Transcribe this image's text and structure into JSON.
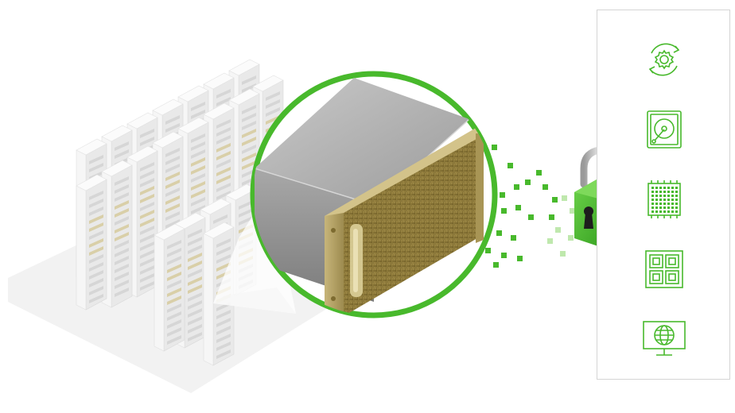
{
  "diagram": {
    "accent_color": "#48b92c",
    "gpu_color": "#b8a562",
    "rack_color": "#eeeeee",
    "floor_color": "#f2f2f2",
    "panel_border_color": "#d4d4d4",
    "elements": [
      "server-racks",
      "magnified-gpu",
      "data-bits",
      "padlock-icon",
      "security-panel"
    ]
  },
  "panel": {
    "icons": [
      "gear-refresh-icon",
      "hard-drive-icon",
      "chip-grid-icon",
      "app-grid-icon",
      "globe-monitor-icon"
    ]
  }
}
